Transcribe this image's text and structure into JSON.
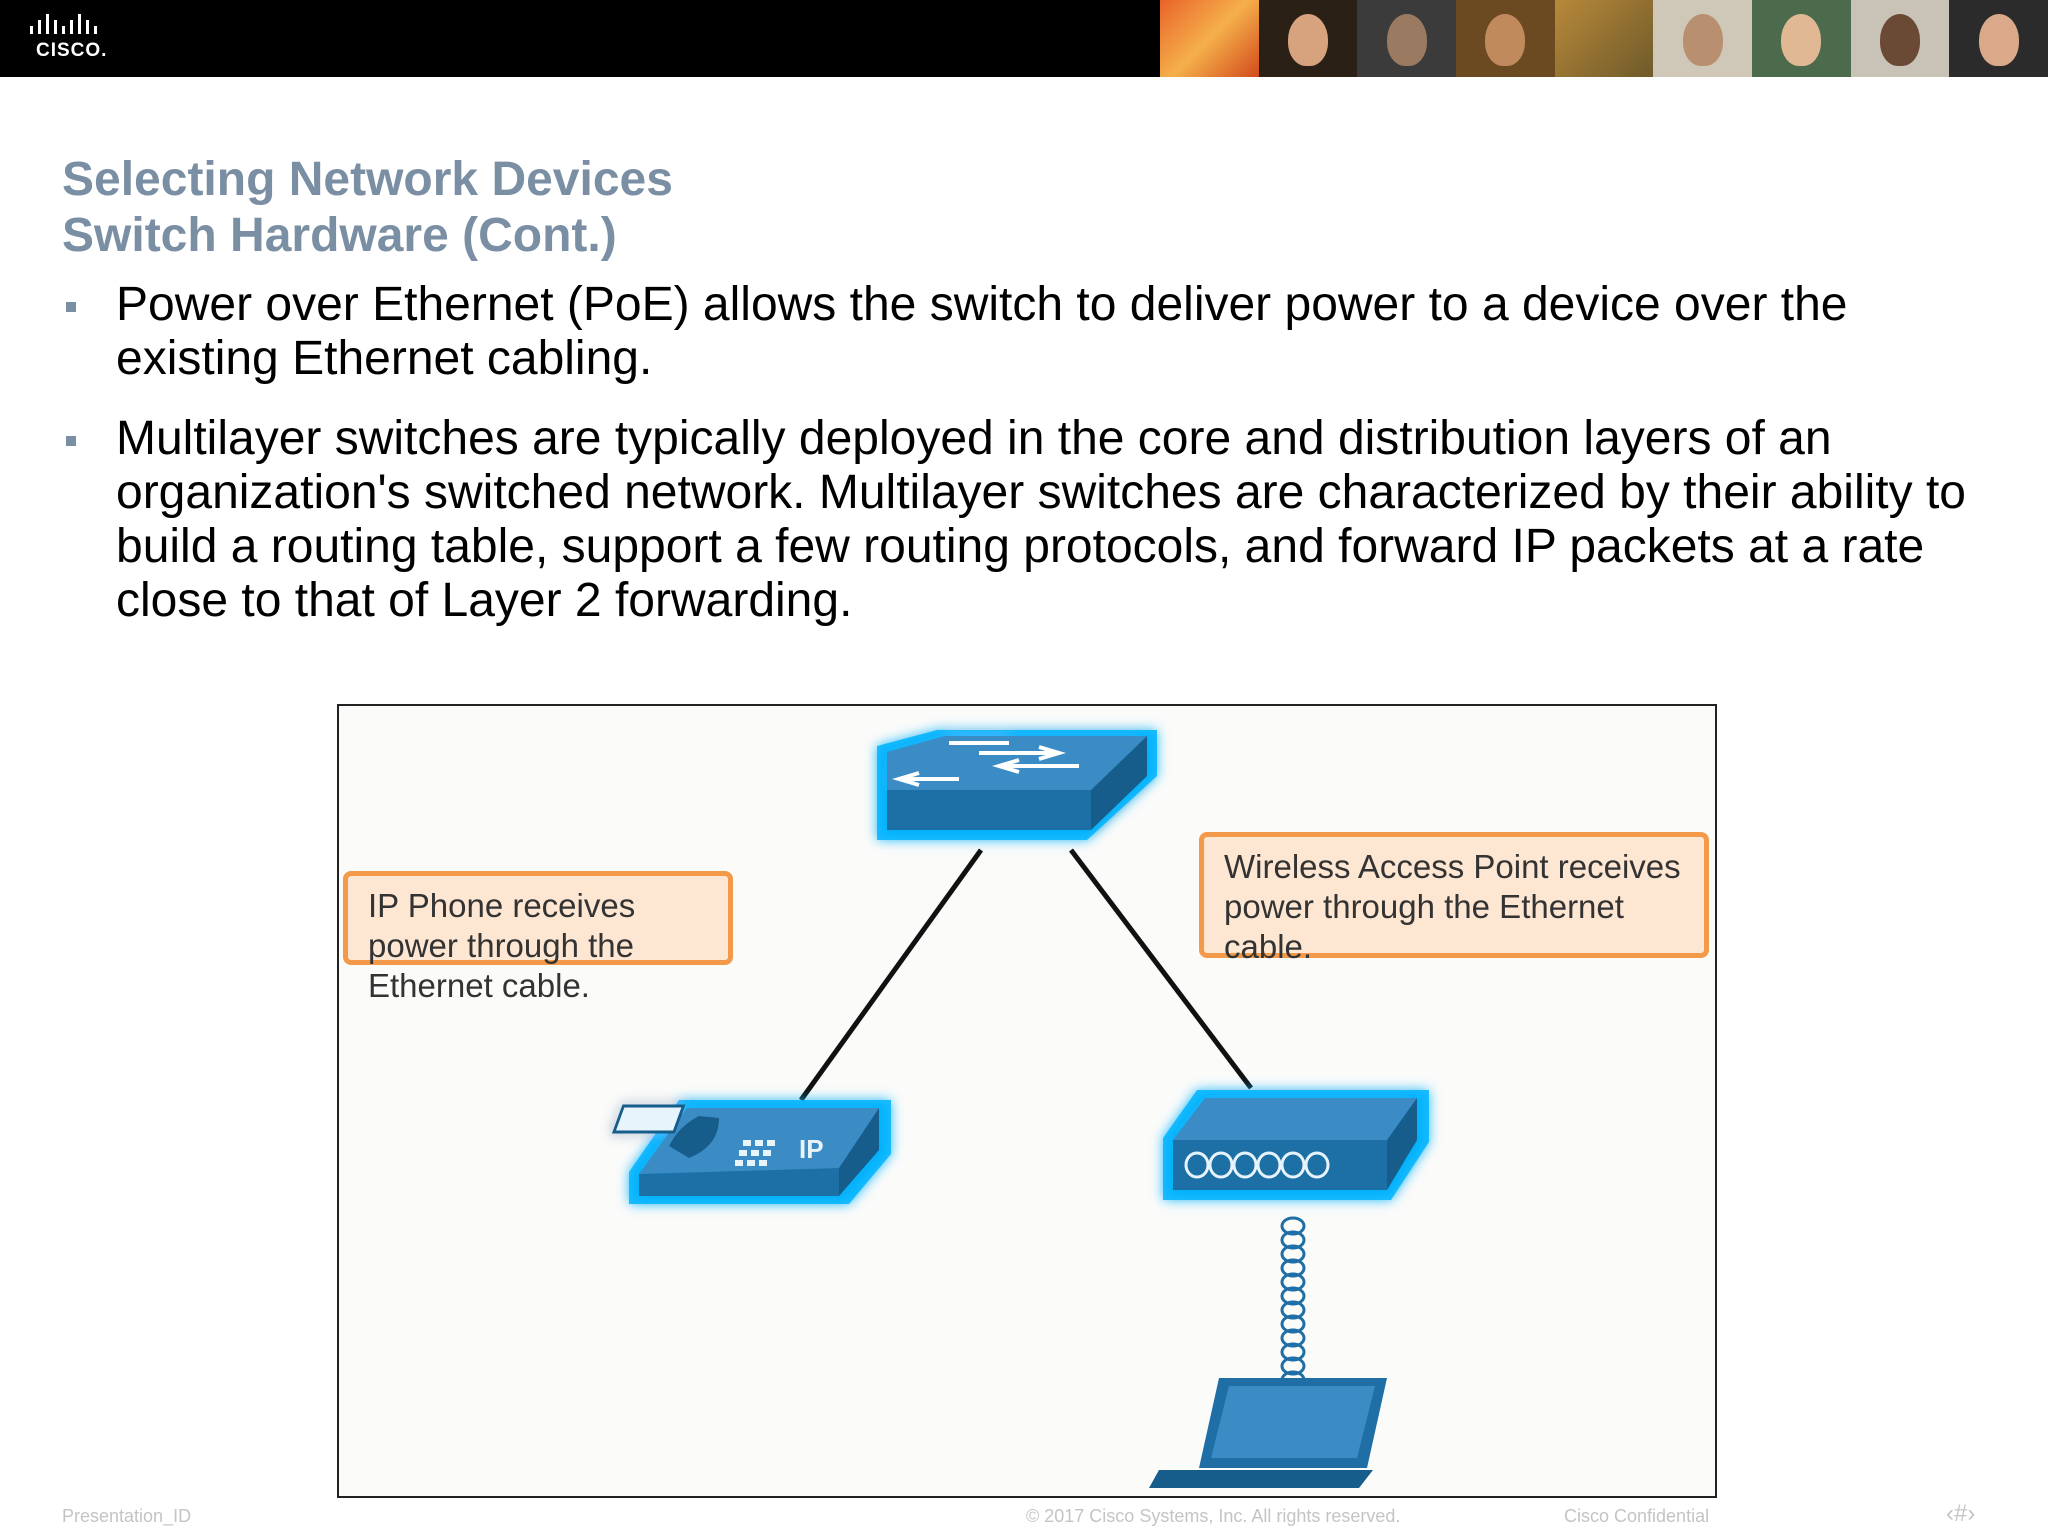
{
  "header": {
    "logo_text": "CISCO.",
    "photo_icons": [
      "photo-montage-1",
      "photo-montage-2",
      "photo-montage-3",
      "photo-montage-4",
      "photo-montage-5",
      "photo-montage-6",
      "photo-montage-7",
      "photo-montage-8",
      "photo-montage-9"
    ]
  },
  "slide": {
    "title_line1": "Selecting Network Devices",
    "title_line2": "Switch Hardware (Cont.)",
    "bullets": [
      "Power over Ethernet (PoE) allows the switch to deliver power to a device over the existing Ethernet cabling.",
      "Multilayer switches are typically deployed in the core and distribution layers of an organization's switched network. Multilayer switches are characterized by their ability to build a routing table, support a few routing protocols, and forward IP packets at a rate close to that of Layer 2 forwarding."
    ]
  },
  "diagram": {
    "callout_phone": "IP Phone receives power through the Ethernet cable.",
    "callout_ap": "Wireless Access Point receives power through the Ethernet cable.",
    "phone_label": "IP",
    "device_icons": [
      "switch-icon",
      "ip-phone-icon",
      "wireless-access-point-icon",
      "laptop-icon",
      "wireless-signal-icon"
    ],
    "colors": {
      "device_blue": "#1f6fa6",
      "glow": "#00b4ff",
      "callout_border": "#f29a4a",
      "callout_fill": "#fde6d2"
    }
  },
  "footer": {
    "presentation_id": "Presentation_ID",
    "copyright": "© 2017 Cisco Systems, Inc. All rights reserved.",
    "confidential": "Cisco Confidential",
    "page_number": "‹#›"
  }
}
